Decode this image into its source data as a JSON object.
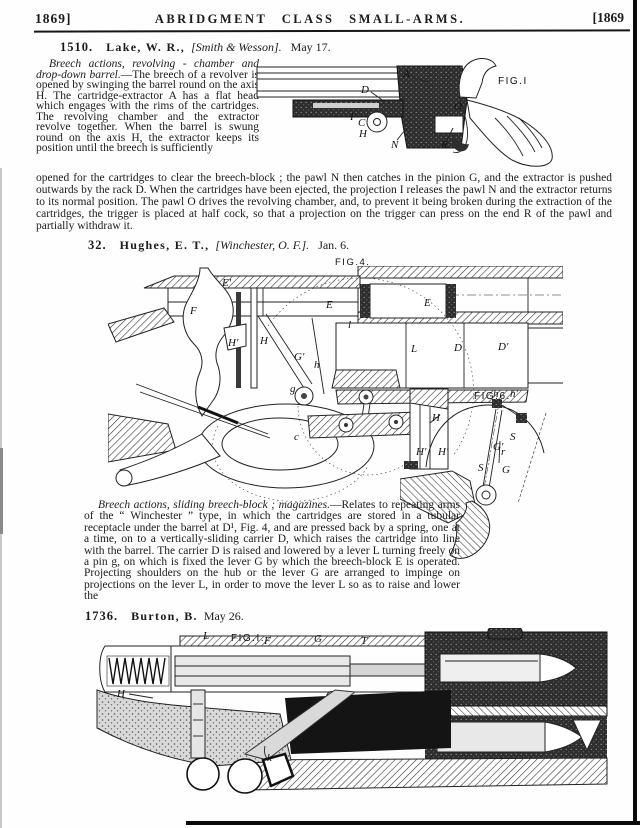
{
  "header": {
    "left": "1869]",
    "title": "ABRIDGMENT CLASS SMALL-ARMS.",
    "right": "[1869"
  },
  "e1510": {
    "number": "1510.",
    "name": "Lake, W. R.,",
    "affiliation": "[Smith & Wesson].",
    "date": "May 17.",
    "lead": "Breech actions, revolving - chamber and drop-down barrel.",
    "col_text": "—The breech of a revolver is opened by swinging the barrel round on the axis H.  The cartridge-extractor A has a flat head which engages with the rims of the cartridges.  The revolving chamber and the extractor revolve together. When the barrel is swung round on the axis H, the extractor keeps its position until the breech is sufficiently",
    "full_text": "opened for the cartridges to clear the breech-block ; the pawl N then catches in the pinion G, and the extractor is pushed outwards by the rack D.  When the cartridges have been ejected, the projection I releases the pawl N and the extractor returns to its normal position.  The pawl O drives the revolving chamber, and, to prevent it being broken during the extraction of the cartridges, the trigger is placed at half cock, so that a projection on the trigger can press on the end R of the pawl and partially withdraw it.",
    "fig": {
      "caption": "FIG.I",
      "labels": [
        "A",
        "D",
        "O",
        "I",
        "C",
        "H",
        "N",
        "R"
      ]
    }
  },
  "e32": {
    "number": "32.",
    "name": "Hughes, E. T.,",
    "affiliation": "[Winchester, O. F.].",
    "date": "Jan. 6.",
    "lead": "Breech actions, sliding breech-block ; magazines.",
    "body_text": "—Relates to repeating arms of the “ Winchester ” type, in which the cartridges are stored in a tubular receptacle under the barrel at D¹, Fig. 4, and are pressed back by a spring, one at a time, on to a vertically-sliding carrier D, which raises the cartridge into line with the barrel.  The carrier D is raised and lowered by a lever L turning freely on a pin g, on which is fixed the lever G by which the breech-block E is operated.  Projecting shoulders on the hub or the lever G are arranged to impinge on projections on the lever L, in order to move the lever L so as to raise and lower the",
    "fig4": {
      "caption": "FIG.4.",
      "labels": [
        "E′",
        "F",
        "H′",
        "H",
        "G′",
        "h",
        "E",
        "l",
        "E",
        "L",
        "D",
        "D′",
        "g",
        "c"
      ]
    },
    "fig6": {
      "caption": "FIG.6.",
      "labels": [
        "H",
        "h",
        "h′",
        "H′",
        "H′",
        "G′",
        "S",
        "S",
        "r",
        "G"
      ]
    }
  },
  "e1736": {
    "number": "1736.",
    "name": "Burton, B.",
    "date": "May 26.",
    "fig": {
      "caption": "FIG.I.",
      "labels": [
        "L",
        "F",
        "G",
        "T",
        "H",
        "k"
      ]
    }
  }
}
